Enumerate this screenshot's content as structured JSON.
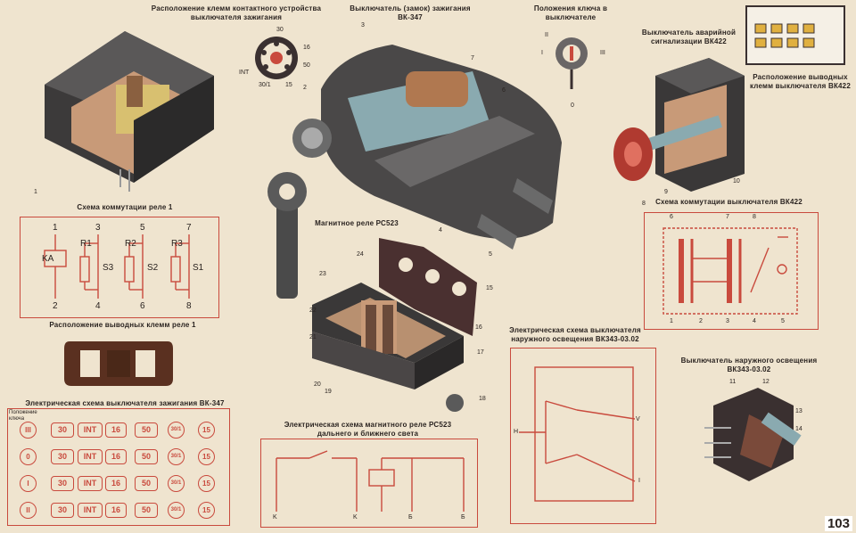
{
  "captions": {
    "contact_terminals": "Расположение клемм контактного устройства выключателя зажигания",
    "ignition_switch": "Выключатель (замок) зажигания ВК-347",
    "key_positions": "Положения ключа в выключателе",
    "hazard_switch": "Выключатель аварийной сигнализации ВК422",
    "vk422_terminals": "Расположение выводных клемм выключателя ВК422",
    "relay1_scheme": "Схема коммутации реле 1",
    "vk422_scheme": "Схема коммутации выключателя ВК422",
    "magnetic_relay": "Магнитное реле РС523",
    "relay1_terminals": "Расположение выводных клемм реле 1",
    "outdoor_light_scheme": "Электрическая схема выключателя наружного освещения ВК343-03.02",
    "vk347_scheme": "Электрическая схема выключателя зажигания ВК-347",
    "rs523_scheme": "Электрическая схема магнитного реле РС523 дальнего и ближнего света",
    "outdoor_light_switch": "Выключатель наружного освещения ВК343-03.02"
  },
  "page_number": "103",
  "contact_terminal_labels": [
    "30",
    "INT",
    "16",
    "50",
    "15",
    "30/1"
  ],
  "key_position_labels": [
    "II",
    "I",
    "III",
    "0"
  ],
  "relay1": {
    "top_labels": [
      "1",
      "3",
      "5",
      "7"
    ],
    "bottom_labels": [
      "2",
      "4",
      "6",
      "8"
    ],
    "elements": [
      "KA",
      "R1",
      "S3",
      "R2",
      "S2",
      "R3",
      "S1"
    ]
  },
  "vk422": {
    "top_labels": [
      "6",
      "7",
      "8"
    ],
    "bottom_labels": [
      "1",
      "2",
      "3",
      "4",
      "5"
    ]
  },
  "vk347_table": {
    "header": "Положение ключа",
    "rows": [
      {
        "pos": "III",
        "cells": [
          "30",
          "INT",
          "16",
          "50",
          "30/1",
          "15"
        ]
      },
      {
        "pos": "0",
        "cells": [
          "30",
          "INT",
          "16",
          "50",
          "30/1",
          "15"
        ]
      },
      {
        "pos": "I",
        "cells": [
          "30",
          "INT",
          "16",
          "50",
          "30/1",
          "15"
        ]
      },
      {
        "pos": "II",
        "cells": [
          "30",
          "INT",
          "16",
          "50",
          "30/1",
          "15"
        ]
      }
    ]
  },
  "rs523_terminals": [
    "K",
    "K",
    "Б",
    "Б"
  ],
  "outdoor_terminals": [
    "Н",
    "V",
    "I"
  ],
  "callouts": {
    "ignition": [
      "1",
      "2",
      "3",
      "4",
      "5",
      "6",
      "7"
    ],
    "relay": [
      "15",
      "16",
      "17",
      "18",
      "19",
      "20",
      "21",
      "22",
      "23",
      "24"
    ],
    "hazard": [
      "8",
      "9",
      "10"
    ],
    "outdoor": [
      "11",
      "12",
      "13",
      "14"
    ]
  }
}
